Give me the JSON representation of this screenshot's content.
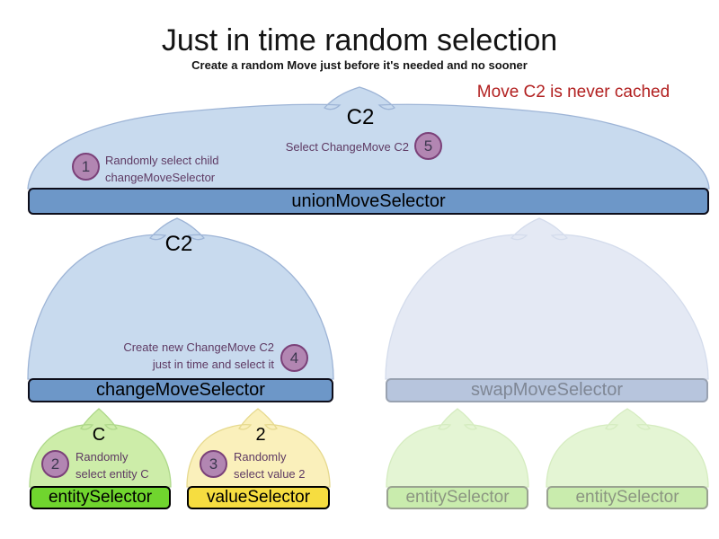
{
  "title": "Just in time random selection",
  "subtitle": "Create a random Move just before it's needed and no sooner",
  "annotation": {
    "text": "Move C2 is never cached",
    "color": "#b22020"
  },
  "union_selector": {
    "label": "unionMoveSelector",
    "output_label": "C2",
    "steps": {
      "select_child": {
        "number": "1",
        "text": "Randomly select child\nchangeMoveSelector"
      },
      "select_move": {
        "number": "5",
        "text": "Select ChangeMove C2"
      }
    }
  },
  "change_selector": {
    "label": "changeMoveSelector",
    "output_label": "C2",
    "steps": {
      "create_move": {
        "number": "4",
        "text": "Create new ChangeMove C2\njust in time and select it"
      }
    }
  },
  "swap_selector": {
    "label": "swapMoveSelector"
  },
  "entity_selector": {
    "label": "entitySelector",
    "output_label": "C",
    "steps": {
      "select_entity": {
        "number": "2",
        "text": "Randomly\nselect entity C"
      }
    }
  },
  "value_selector": {
    "label": "valueSelector",
    "output_label": "2",
    "steps": {
      "select_value": {
        "number": "3",
        "text": "Randomly\nselect value 2"
      }
    }
  },
  "swap_entity_selector_1": {
    "label": "entitySelector"
  },
  "swap_entity_selector_2": {
    "label": "entitySelector"
  },
  "colors": {
    "active_bar_blue": "#6d97c8",
    "dome_blue": "#c8daee",
    "faded_bar_blue": "#b7c5dd",
    "faded_dome_blue": "#e4e9f4",
    "entity_bar_green": "#70d52e",
    "entity_dome_green": "#cdeda9",
    "value_bar_yellow": "#f6dd40",
    "value_dome_yellow": "#faf0bb",
    "faded_bar_green": "#c9ecad",
    "faded_dome_green": "#e4f5d4",
    "step_circle_fill": "#b286b2",
    "step_circle_border": "#7b4179",
    "step_text_purple": "#5e3a63",
    "warning_red": "#b22020"
  }
}
